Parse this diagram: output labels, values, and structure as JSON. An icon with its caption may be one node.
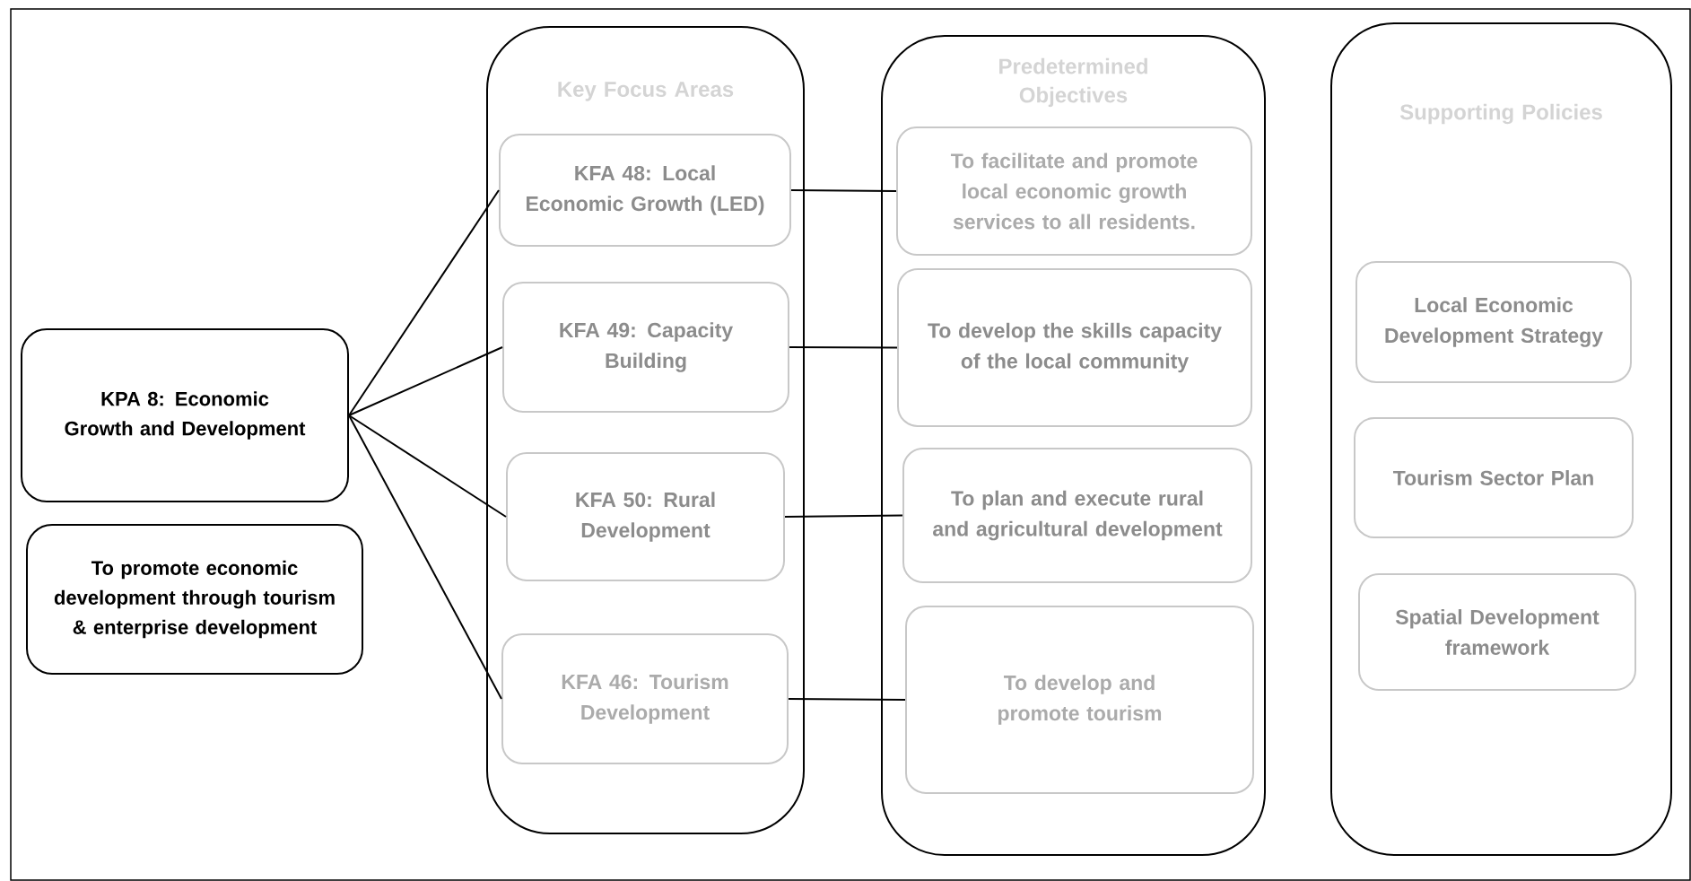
{
  "diagram": {
    "nodes": [
      {
        "text": [
          "KPA 8: Economic Growth and Development"
        ]
      },
      {
        "text": [
          "To promote economic development through tourism & enterprise development"
        ]
      },
      {
        "text": [
          "Key Focus Areas"
        ]
      },
      {
        "text": [
          "KFA 48: Local Economic Growth (LED)"
        ],
        "in": 2
      },
      {
        "text": [
          "KFA 49: Capacity Building"
        ],
        "in": 2
      },
      {
        "text": [
          "KFA 50: Rural Development"
        ],
        "in": 2
      },
      {
        "text": [
          "KFA 46: Tourism Development"
        ],
        "in": 2
      },
      {
        "text": [
          "Predetermined Objectives"
        ]
      },
      {
        "text": [
          "To facilitate and promote local economic growth services to all residents."
        ],
        "in": 7
      },
      {
        "text": [
          "To develop the skills capacity of the local community"
        ],
        "in": 7
      },
      {
        "text": [
          "To plan and execute rural and agricultural development"
        ],
        "in": 7
      },
      {
        "text": [
          "To develop and promote tourism"
        ],
        "in": 7
      },
      {
        "text": [
          "Supporting Policies"
        ]
      },
      {
        "text": [
          "Local Economic Development Strategy"
        ],
        "in": 12
      },
      {
        "text": [
          "Tourism Sector Plan"
        ],
        "in": 12
      },
      {
        "text": [
          "Spatial Development framework"
        ],
        "in": 12
      }
    ],
    "edges": [
      {
        "from": 0,
        "to": 3,
        "arrow": "none"
      },
      {
        "from": 0,
        "to": 4,
        "arrow": "none"
      },
      {
        "from": 0,
        "to": 5,
        "arrow": "none"
      },
      {
        "from": 0,
        "to": 6,
        "arrow": "none"
      },
      {
        "from": 3,
        "to": 8,
        "arrow": "none"
      },
      {
        "from": 4,
        "to": 9,
        "arrow": "none"
      },
      {
        "from": 5,
        "to": 10,
        "arrow": "none"
      },
      {
        "from": 6,
        "to": 11,
        "arrow": "none"
      }
    ]
  }
}
